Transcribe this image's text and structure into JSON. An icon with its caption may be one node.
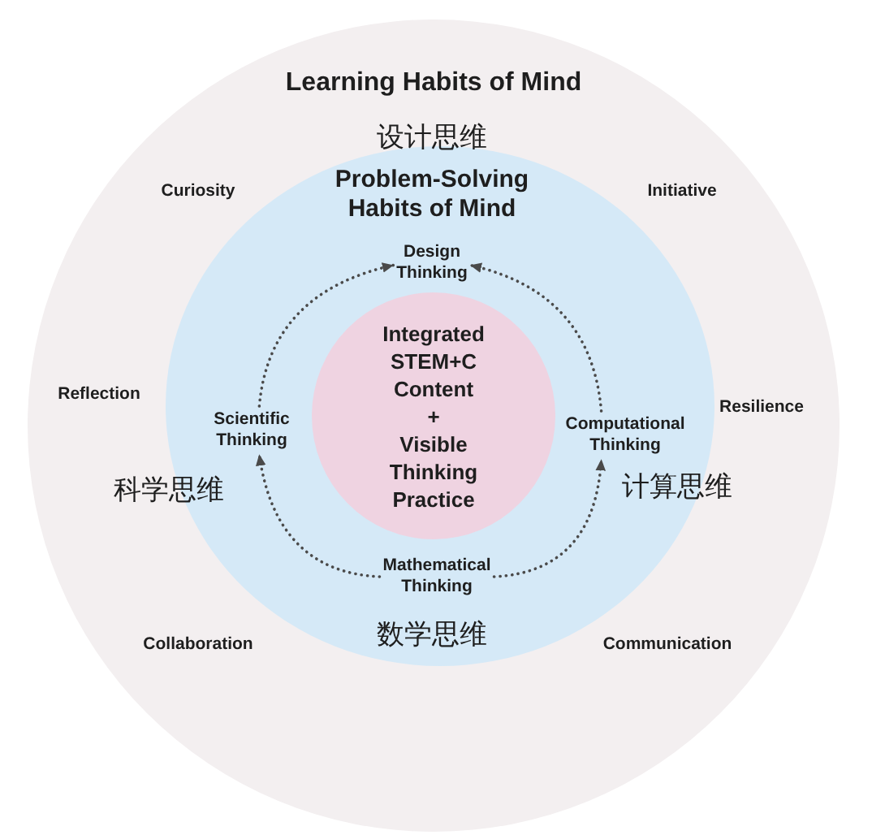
{
  "diagram": {
    "nodes": [
      {
        "text": [
          "Learning Habits of Mind"
        ]
      },
      {
        "text": [
          "Problem-Solving Habits of Mind"
        ],
        "in": 0
      },
      {
        "text": [
          "Design Thinking"
        ],
        "in": 1
      },
      {
        "text": [
          "Integrated STEM+C Content",
          "+",
          "Visible Thinking Practice"
        ],
        "in": 1
      },
      {
        "text": [
          "Scientific Thinking"
        ],
        "in": 1
      },
      {
        "text": [
          "Computational Thinking"
        ],
        "in": 1
      },
      {
        "text": [
          "Mathematical Thinking"
        ],
        "in": 1
      }
    ],
    "edges": [
      {
        "from": 4,
        "to": 2,
        "arrow": "to",
        "style": "dashed"
      },
      {
        "from": 5,
        "to": 2,
        "arrow": "to",
        "style": "dashed"
      },
      {
        "from": 6,
        "to": 4,
        "arrow": "to",
        "style": "dashed"
      },
      {
        "from": 6,
        "to": 5,
        "arrow": "to",
        "style": "dashed"
      }
    ],
    "labels": [
      "设计思维",
      "Curiosity",
      "Initiative",
      "Reflection",
      "Resilience",
      "科学思维",
      "计算思维",
      "数学思维",
      "Collaboration",
      "Communication"
    ]
  }
}
